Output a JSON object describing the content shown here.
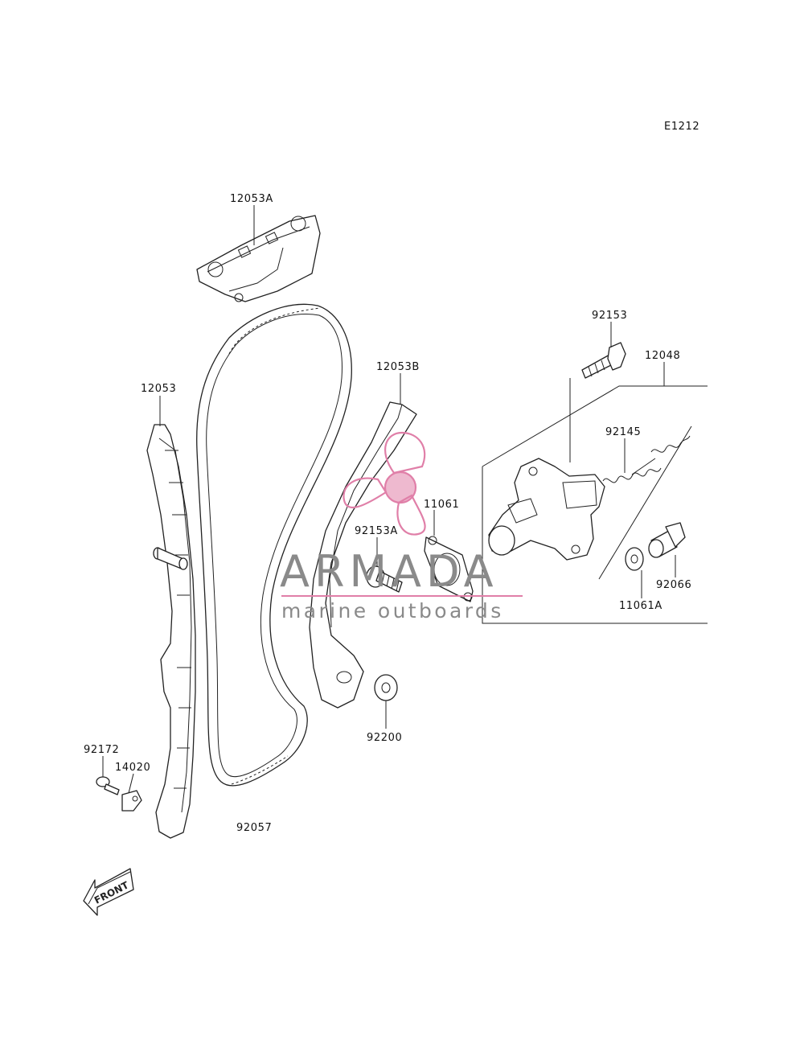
{
  "diagram": {
    "code": "E1212",
    "parts": [
      "12053A",
      "12053",
      "12053B",
      "92153",
      "12048",
      "92145",
      "11061",
      "92153A",
      "92066",
      "11061A",
      "92200",
      "92172",
      "14020",
      "92057"
    ],
    "front_label": "FRONT"
  },
  "watermark": {
    "brand": "ARMADA",
    "tagline": "marine outboards",
    "accent_color": "#e07fa8",
    "text_color": "#8a8a8a"
  }
}
